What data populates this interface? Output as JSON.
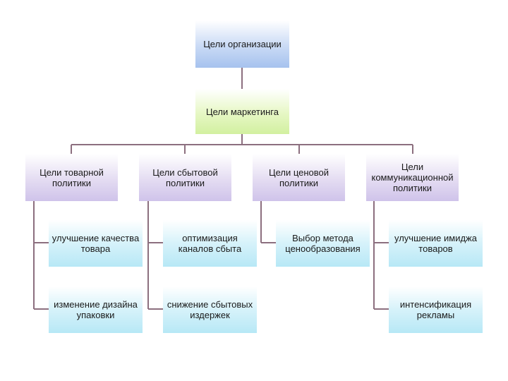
{
  "org_goals": "Цели организации",
  "marketing_goals": "Цели маркетинга",
  "categories": [
    {
      "title": "Цели товарной политики",
      "items": [
        "улучшение качества товара",
        "изменение дизайна упаковки"
      ]
    },
    {
      "title": "Цели сбытовой политики",
      "items": [
        "оптимизация каналов сбыта",
        "снижение сбытовых издержек"
      ]
    },
    {
      "title": "Цели ценовой политики",
      "items": [
        "Выбор метода ценообразования"
      ]
    },
    {
      "title": "Цели коммуникационной политики",
      "items": [
        "улучшение имиджа товаров",
        "интенсификация рекламы"
      ]
    }
  ],
  "colors": {
    "connector": "#8c6f7f",
    "org_box": "#a6c2ee",
    "marketing_box": "#d2f0a0",
    "category_box": "#cfc3ea",
    "item_box": "#b7e8f6"
  }
}
